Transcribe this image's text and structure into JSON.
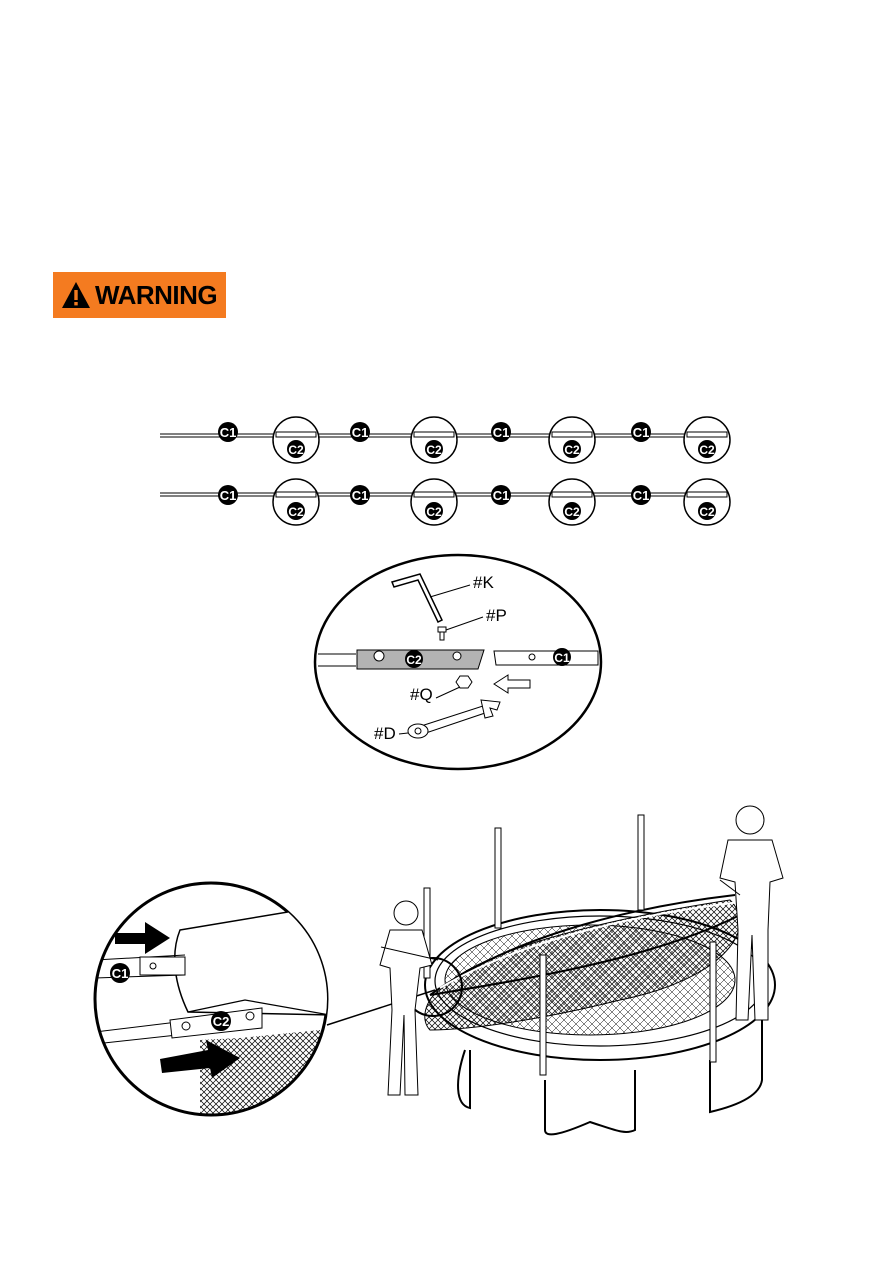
{
  "warning": {
    "label": "WARNING",
    "color": "#f47b20",
    "icon": "warning-triangle-icon"
  },
  "rods": {
    "rod_label": "C1",
    "sleeve_label": "C2",
    "rows": [
      {
        "segments": [
          "C1",
          "C2",
          "C1",
          "C2",
          "C1",
          "C2",
          "C1",
          "C2"
        ]
      },
      {
        "segments": [
          "C1",
          "C2",
          "C1",
          "C2",
          "C1",
          "C2",
          "C1",
          "C2"
        ]
      }
    ]
  },
  "detail": {
    "hex_key": "#K",
    "bolt": "#P",
    "nut": "#Q",
    "wrench": "#D",
    "sleeve": "C2",
    "rod": "C1"
  },
  "inset": {
    "rod": "C1",
    "sleeve": "C2"
  }
}
